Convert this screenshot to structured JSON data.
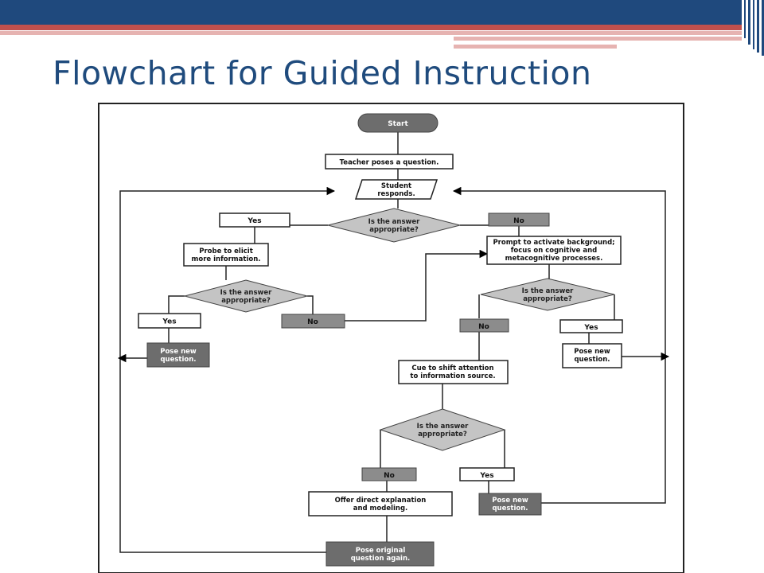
{
  "slide": {
    "title": "Flowchart for Guided Instruction",
    "colors": {
      "title": "#1f4b7d",
      "header_blue": "#1f497d",
      "header_red": "#c0504d",
      "header_pink": "#e6b3b1",
      "node_dark": "#6d6d6d",
      "node_mid": "#8c8c8c",
      "decision_fill": "#c4c4c4"
    }
  },
  "flowchart": {
    "start": "Start",
    "teacher_poses": "Teacher poses a question.",
    "student_responds": [
      "Student",
      "responds."
    ],
    "decision_text": [
      "Is the answer",
      "appropriate?"
    ],
    "yes": "Yes",
    "no": "No",
    "probe": [
      "Probe to elicit",
      "more information."
    ],
    "pose_new": [
      "Pose new",
      "question."
    ],
    "prompt": [
      "Prompt to activate background;",
      "focus on cognitive and",
      "metacognitive processes."
    ],
    "cue": [
      "Cue to shift attention",
      "to information source."
    ],
    "offer": [
      "Offer direct explanation",
      "and modeling."
    ],
    "pose_original": [
      "Pose original",
      "question again."
    ]
  }
}
